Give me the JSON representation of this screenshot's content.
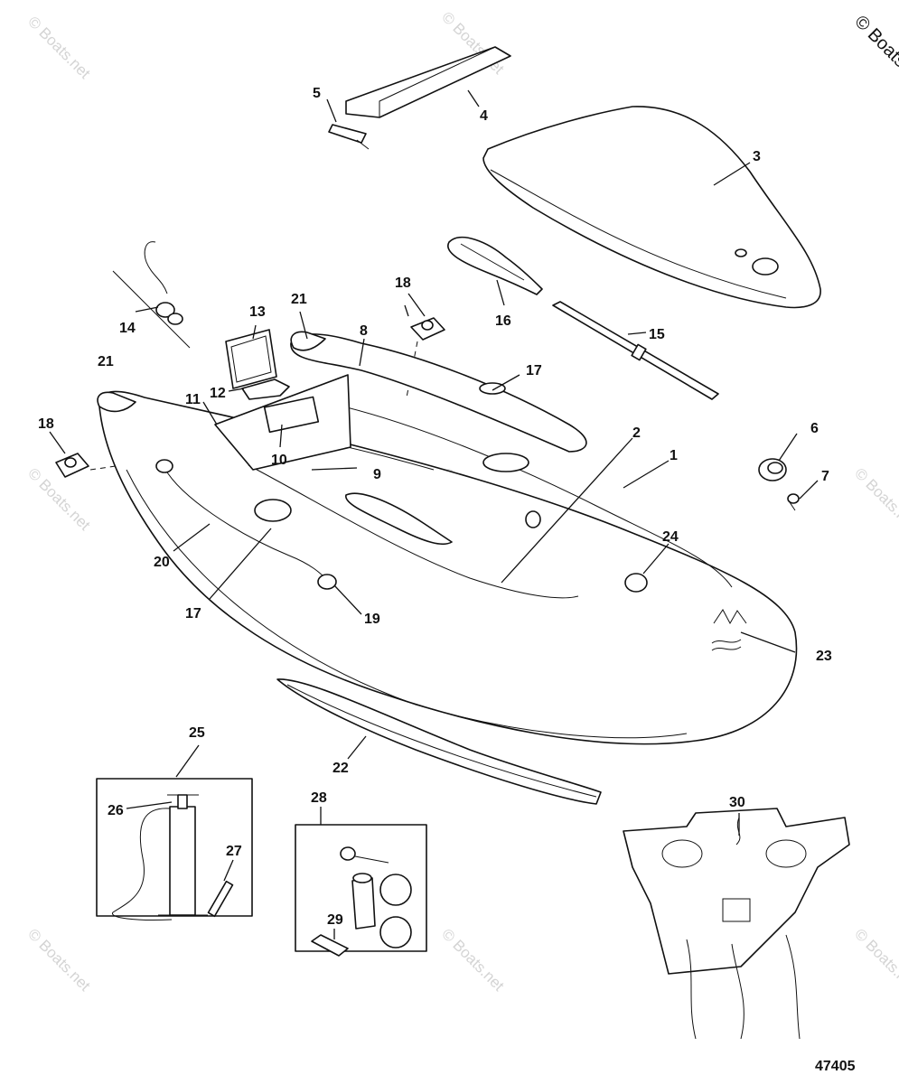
{
  "diagram": {
    "figure_number": "47405",
    "copyright": "© Boats",
    "watermark": "© Boats.net",
    "callouts": [
      "1",
      "2",
      "3",
      "4",
      "5",
      "6",
      "7",
      "8",
      "9",
      "10",
      "11",
      "12",
      "13",
      "14",
      "15",
      "16",
      "17",
      "17",
      "18",
      "18",
      "19",
      "20",
      "21",
      "21",
      "22",
      "23",
      "24",
      "25",
      "26",
      "27",
      "28",
      "29",
      "30"
    ]
  }
}
